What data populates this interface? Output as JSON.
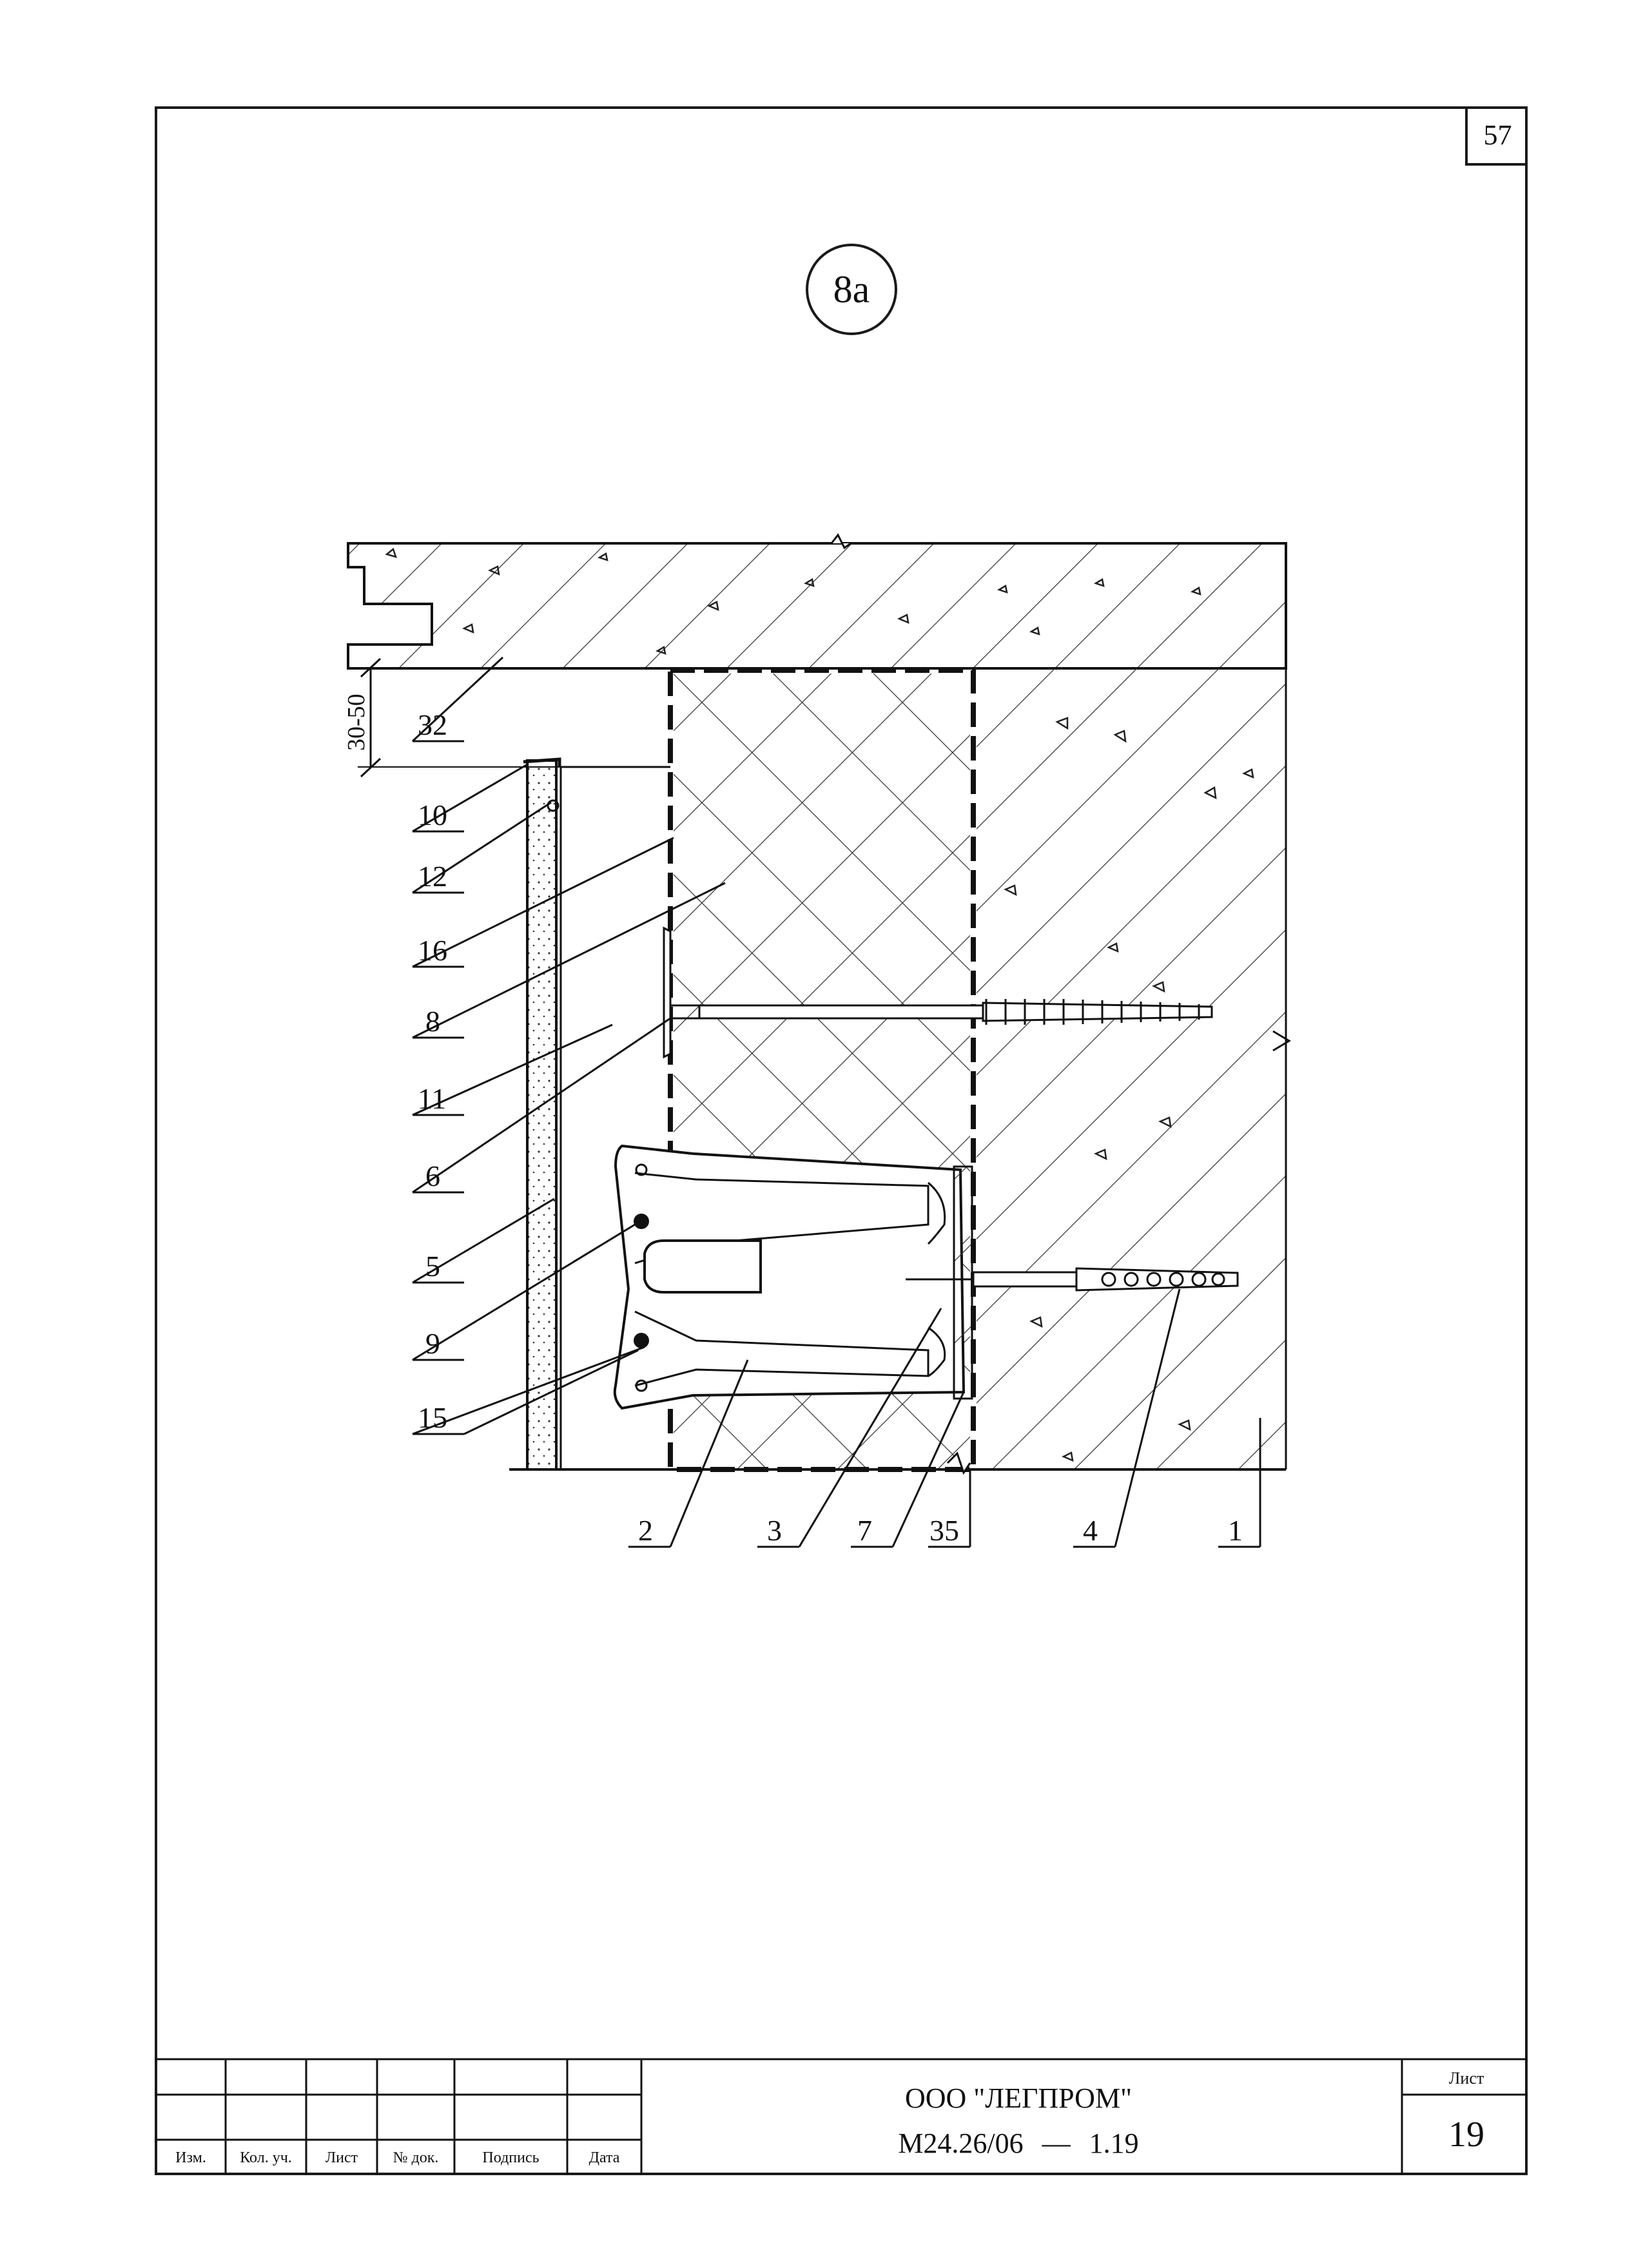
{
  "sheet": {
    "corner_number": "57",
    "detail_mark": "8а"
  },
  "dimension": {
    "gap_label": "30-50"
  },
  "callouts": {
    "left": [
      "32",
      "10",
      "12",
      "16",
      "8",
      "11",
      "6",
      "5",
      "9",
      "15"
    ],
    "bottom": [
      "2",
      "3",
      "7",
      "35",
      "4",
      "1"
    ]
  },
  "title_block": {
    "columns": [
      "Изм.",
      "Кол. уч.",
      "Лист",
      "№ док.",
      "Подпись",
      "Дата"
    ],
    "organization": "ООО \"ЛЕГПРОМ\"",
    "document_code": "М24.26/06",
    "document_dash": "—",
    "document_number": "1.19",
    "sheet_label": "Лист",
    "sheet_number": "19"
  }
}
